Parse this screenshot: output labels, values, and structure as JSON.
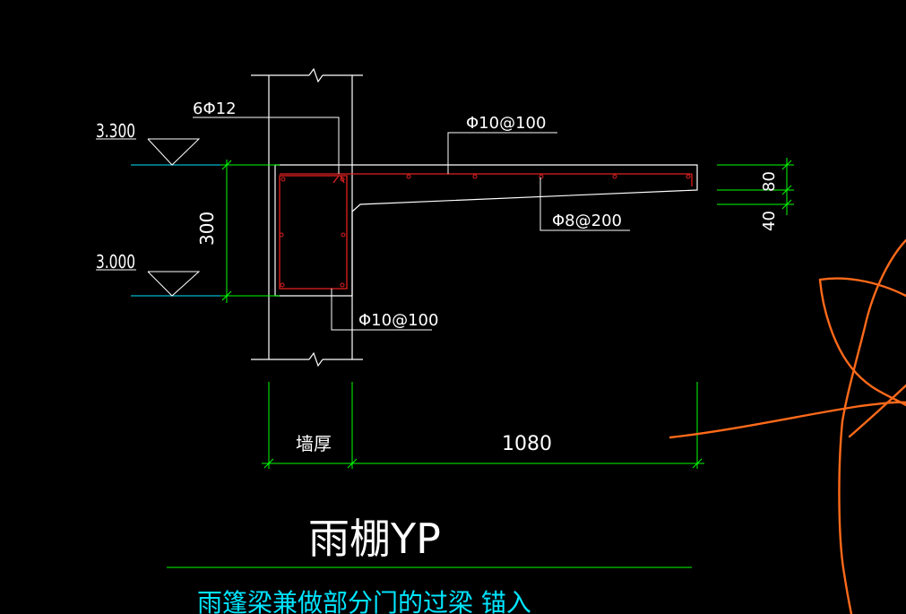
{
  "drawing": {
    "elevation_top": "3.300",
    "elevation_bottom": "3.000",
    "bar_top_main": "6Φ12",
    "slab_top_bar": "Φ10@100",
    "slab_distribution_bar": "Φ8@200",
    "stirrup": "Φ10@100",
    "beam_height": "300",
    "slab_thickness_root": "80",
    "slab_thickness_extra": "40",
    "wall_thickness_label": "墙厚",
    "cantilever_length": "1080",
    "title": "雨棚YP",
    "note": "雨篷梁兼做部分门的过梁  锚入"
  },
  "colors": {
    "background": "#000000",
    "outline": "#ffffff",
    "rebar": "#e02020",
    "dimension": "#00ff00",
    "elevation_line": "#00e5ff",
    "note_text": "#00e5ff",
    "sketch": "#ff6a1a"
  }
}
